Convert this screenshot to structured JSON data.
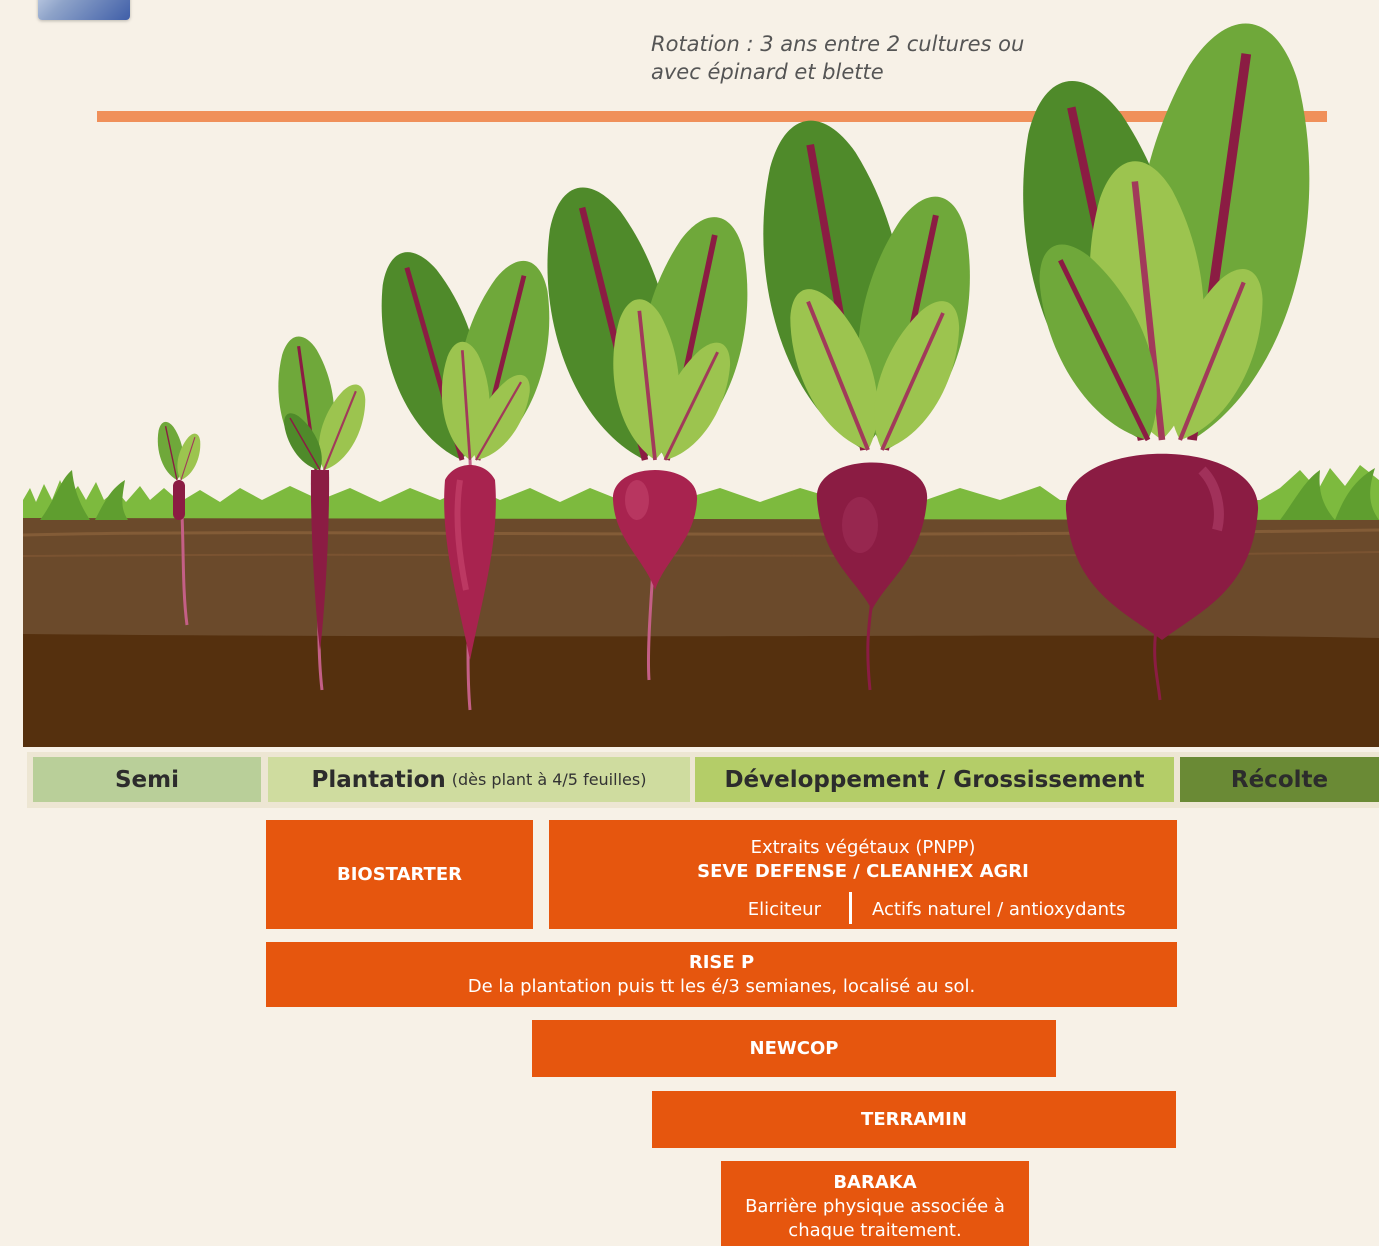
{
  "header": {
    "rotation_line1": "Rotation : 3 ans entre 2 cultures ou",
    "rotation_line2": "avec épinard et blette"
  },
  "colors": {
    "background": "#f7f1e7",
    "accent_line": "#f0905a",
    "product_box": "#e6560e",
    "soil_top": "#6b4a2b",
    "soil_bottom": "#55300e",
    "beet": "#8b1c43",
    "leaf": "#6fa83a"
  },
  "stages": {
    "semi": "Semi",
    "plantation": "Plantation",
    "plantation_note": "(dès plant à 4/5 feuilles)",
    "developpement": "Développement / Grossissement",
    "recolte": "Récolte"
  },
  "products": {
    "biostarter": "BIOSTARTER",
    "seve_sub": "Extraits végétaux (PNPP)",
    "seve_title": "SEVE DEFENSE / CLEANHEX AGRI",
    "seve_left": "Eliciteur",
    "seve_right": "Actifs naturel / antioxydants",
    "rise_title": "RISE P",
    "rise_desc": "De la plantation puis tt les é/3 semianes, localisé au sol.",
    "newcop": "NEWCOP",
    "terramin": "TERRAMIN",
    "baraka_title": "BARAKA",
    "baraka_desc1": "Barrière physique associée à",
    "baraka_desc2": "chaque traitement."
  }
}
